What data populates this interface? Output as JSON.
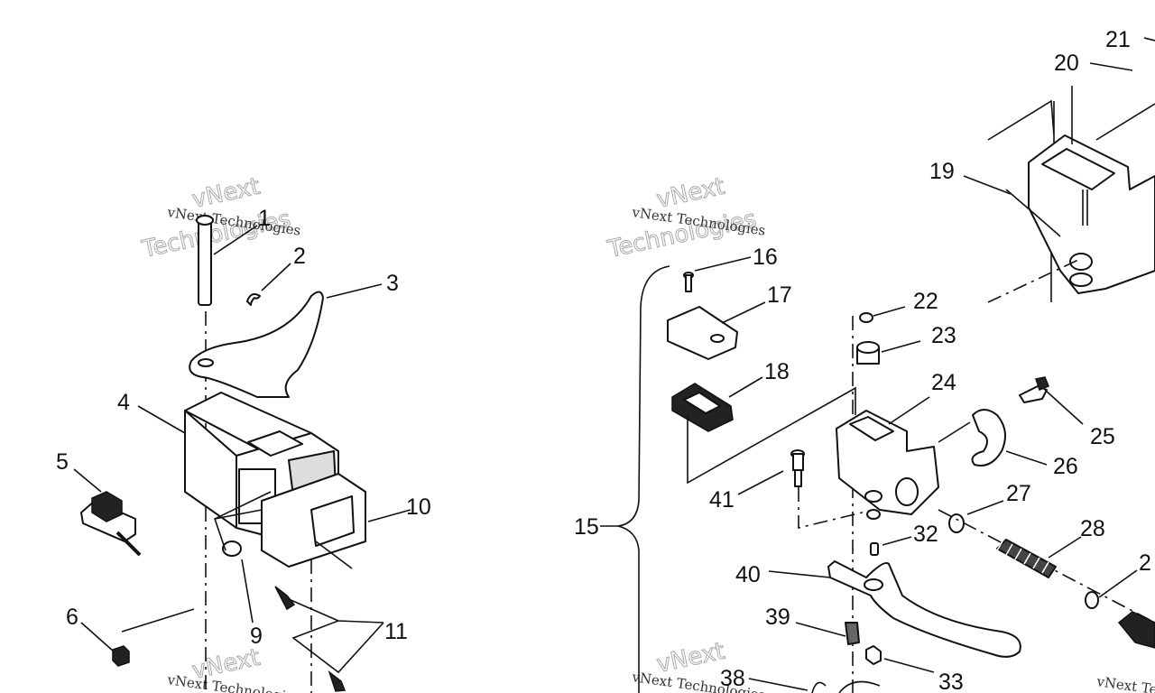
{
  "callouts": {
    "c1": "1",
    "c2": "2",
    "c3": "3",
    "c4": "4",
    "c5": "5",
    "c6": "6",
    "c9": "9",
    "c10": "10",
    "c11": "11",
    "c15": "15",
    "c16": "16",
    "c17": "17",
    "c18": "18",
    "c19": "19",
    "c20": "20",
    "c21": "21",
    "c22": "22",
    "c23": "23",
    "c24": "24",
    "c25": "25",
    "c26": "26",
    "c27": "27",
    "c28": "28",
    "c29": "2",
    "c32": "32",
    "c33": "33",
    "c38": "38",
    "c39": "39",
    "c40": "40",
    "c41": "41"
  },
  "watermark": {
    "line1": "vNext Technologies",
    "line2": "Technologies",
    "line3": "vNext"
  }
}
